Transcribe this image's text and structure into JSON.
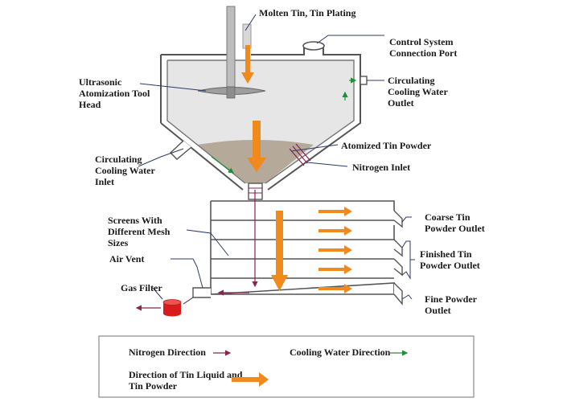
{
  "labels": {
    "molten_tin": "Molten Tin, Tin Plating",
    "control_port_1": "Control System",
    "control_port_2": "Connection Port",
    "cw_outlet_1": "Circulating",
    "cw_outlet_2": "Cooling Water",
    "cw_outlet_3": "Outlet",
    "tool_head_1": "Ultrasonic",
    "tool_head_2": "Atomization Tool",
    "tool_head_3": "Head",
    "atomized_powder": "Atomized Tin Powder",
    "cw_inlet_1": "Circulating",
    "cw_inlet_2": "Cooling Water",
    "cw_inlet_3": "Inlet",
    "nitrogen_inlet": "Nitrogen Inlet",
    "screens_1": "Screens With",
    "screens_2": "Different Mesh",
    "screens_3": "Sizes",
    "coarse_1": "Coarse Tin",
    "coarse_2": "Powder Outlet",
    "finished_1": "Finished Tin",
    "finished_2": "Powder Outlet",
    "air_vent": "Air Vent",
    "gas_filter": "Gas Filter",
    "fine_1": "Fine Powder",
    "fine_2": "Outlet"
  },
  "legend": {
    "nitrogen": "Nitrogen Direction",
    "cooling": "Cooling Water Direction",
    "tin_1": "Direction of Tin Liquid and",
    "tin_2": "Tin Powder"
  },
  "colors": {
    "tin_arrow": "#f08a1c",
    "nitrogen": "#8b2252",
    "cooling": "#1f8f3a",
    "leader": "#2b3a67",
    "filter": "#d81b1b",
    "powder": "#b5a99a",
    "chamber_fill": "#e6e6e6"
  }
}
